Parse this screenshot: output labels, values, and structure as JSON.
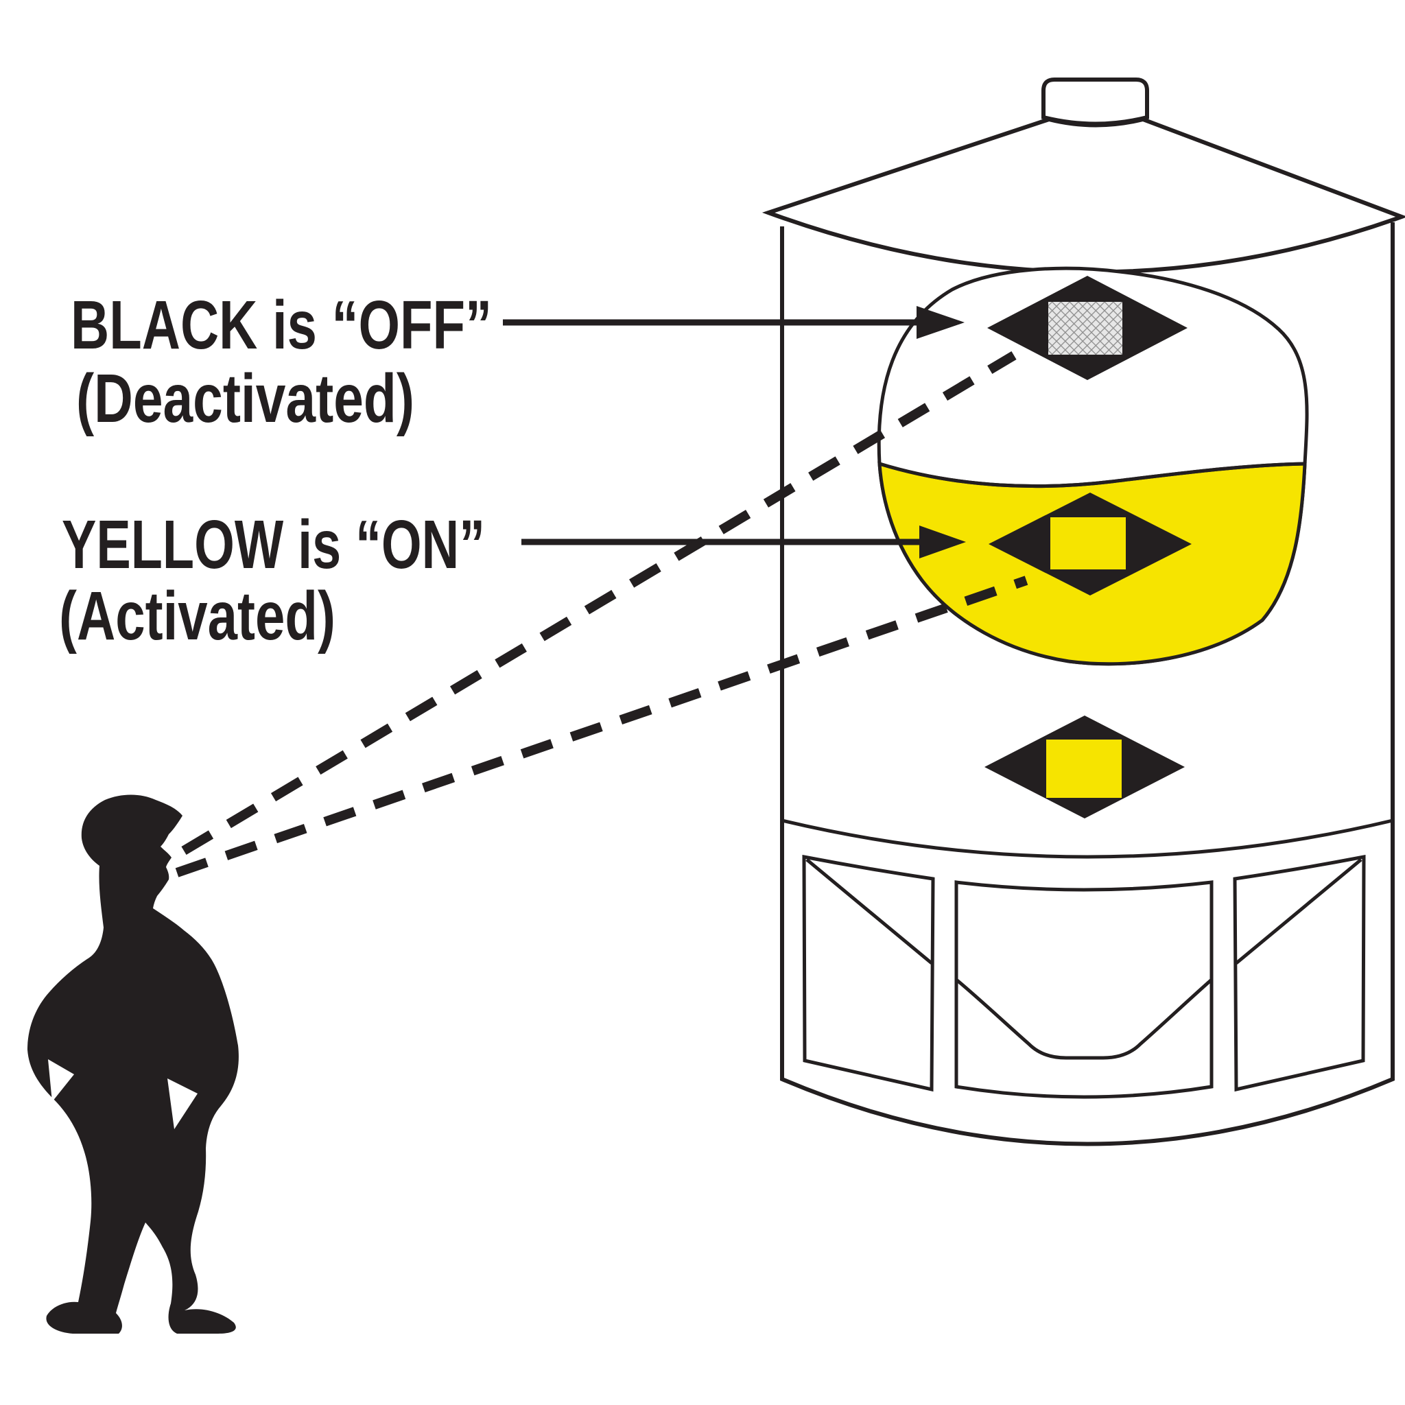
{
  "scene": {
    "background": "#ffffff",
    "ink": "#231f20",
    "yellow": "#f6e400",
    "hatch_gray": "#8d8d8d",
    "hatch_bg": "#e7e7e7"
  },
  "labels": {
    "off": {
      "line1": "BLACK is “OFF”",
      "line2": "(Deactivated)"
    },
    "on": {
      "line1": "YELLOW is “ON”",
      "line2": "(Activated)"
    }
  },
  "indicators": [
    {
      "id": "top",
      "state": "OFF",
      "center": "hatched-gray"
    },
    {
      "id": "middle",
      "state": "ON",
      "center": "yellow"
    },
    {
      "id": "bottom",
      "state": "ON",
      "center": "yellow"
    }
  ]
}
